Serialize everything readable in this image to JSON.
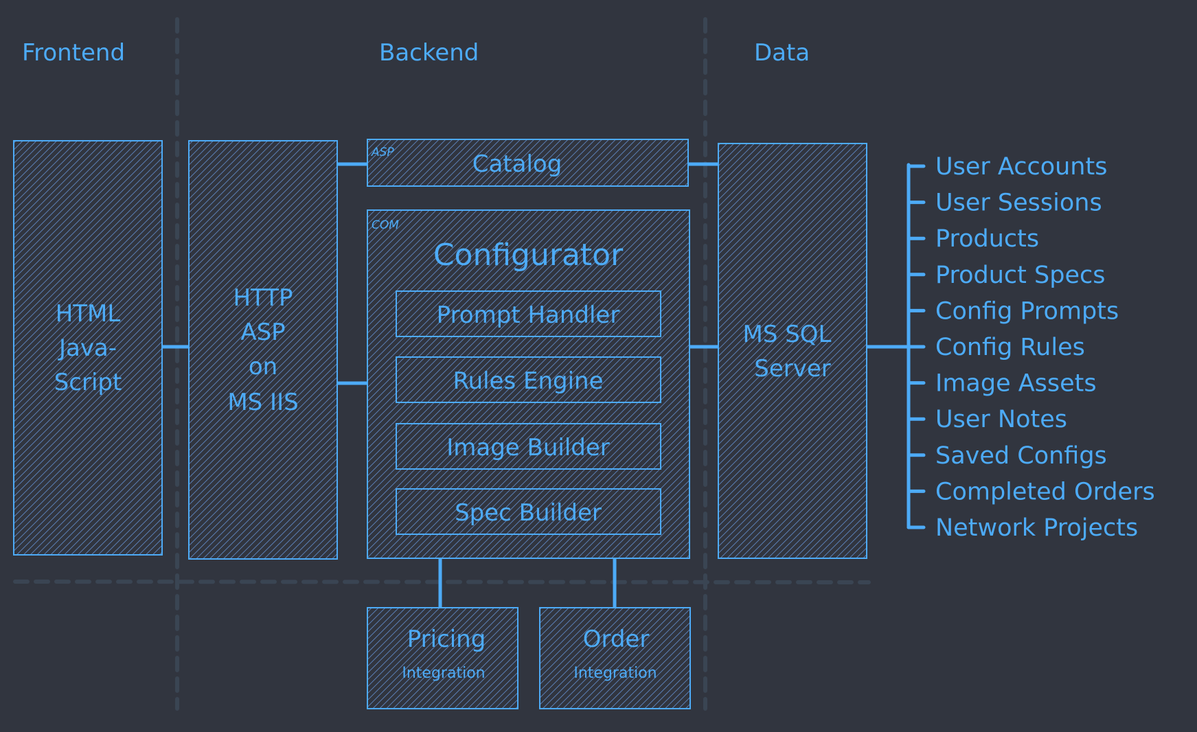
{
  "columns": {
    "frontend": "Frontend",
    "backend": "Backend",
    "data": "Data"
  },
  "frontend_box": {
    "lines": [
      "HTML",
      "Java-",
      "Script"
    ]
  },
  "server_box": {
    "lines": [
      "HTTP",
      "ASP",
      "on",
      "MS IIS"
    ]
  },
  "catalog": {
    "tag": "ASP",
    "title": "Catalog"
  },
  "configurator": {
    "tag": "COM",
    "title": "Configurator",
    "modules": [
      "Prompt Handler",
      "Rules Engine",
      "Image Builder",
      "Spec Builder"
    ]
  },
  "integrations": [
    {
      "title": "Pricing",
      "subtitle": "Integration"
    },
    {
      "title": "Order",
      "subtitle": "Integration"
    }
  ],
  "database": {
    "lines": [
      "MS SQL",
      "Server"
    ]
  },
  "tables": [
    "User Accounts",
    "User Sessions",
    "Products",
    "Product Specs",
    "Config Prompts",
    "Config Rules",
    "Image Assets",
    "User Notes",
    "Saved Configs",
    "Completed Orders",
    "Network Projects"
  ],
  "colors": {
    "background": "#31353f",
    "accent": "#4dabf7",
    "hatch": "#5b7fb5",
    "divider": "#3a4553"
  }
}
